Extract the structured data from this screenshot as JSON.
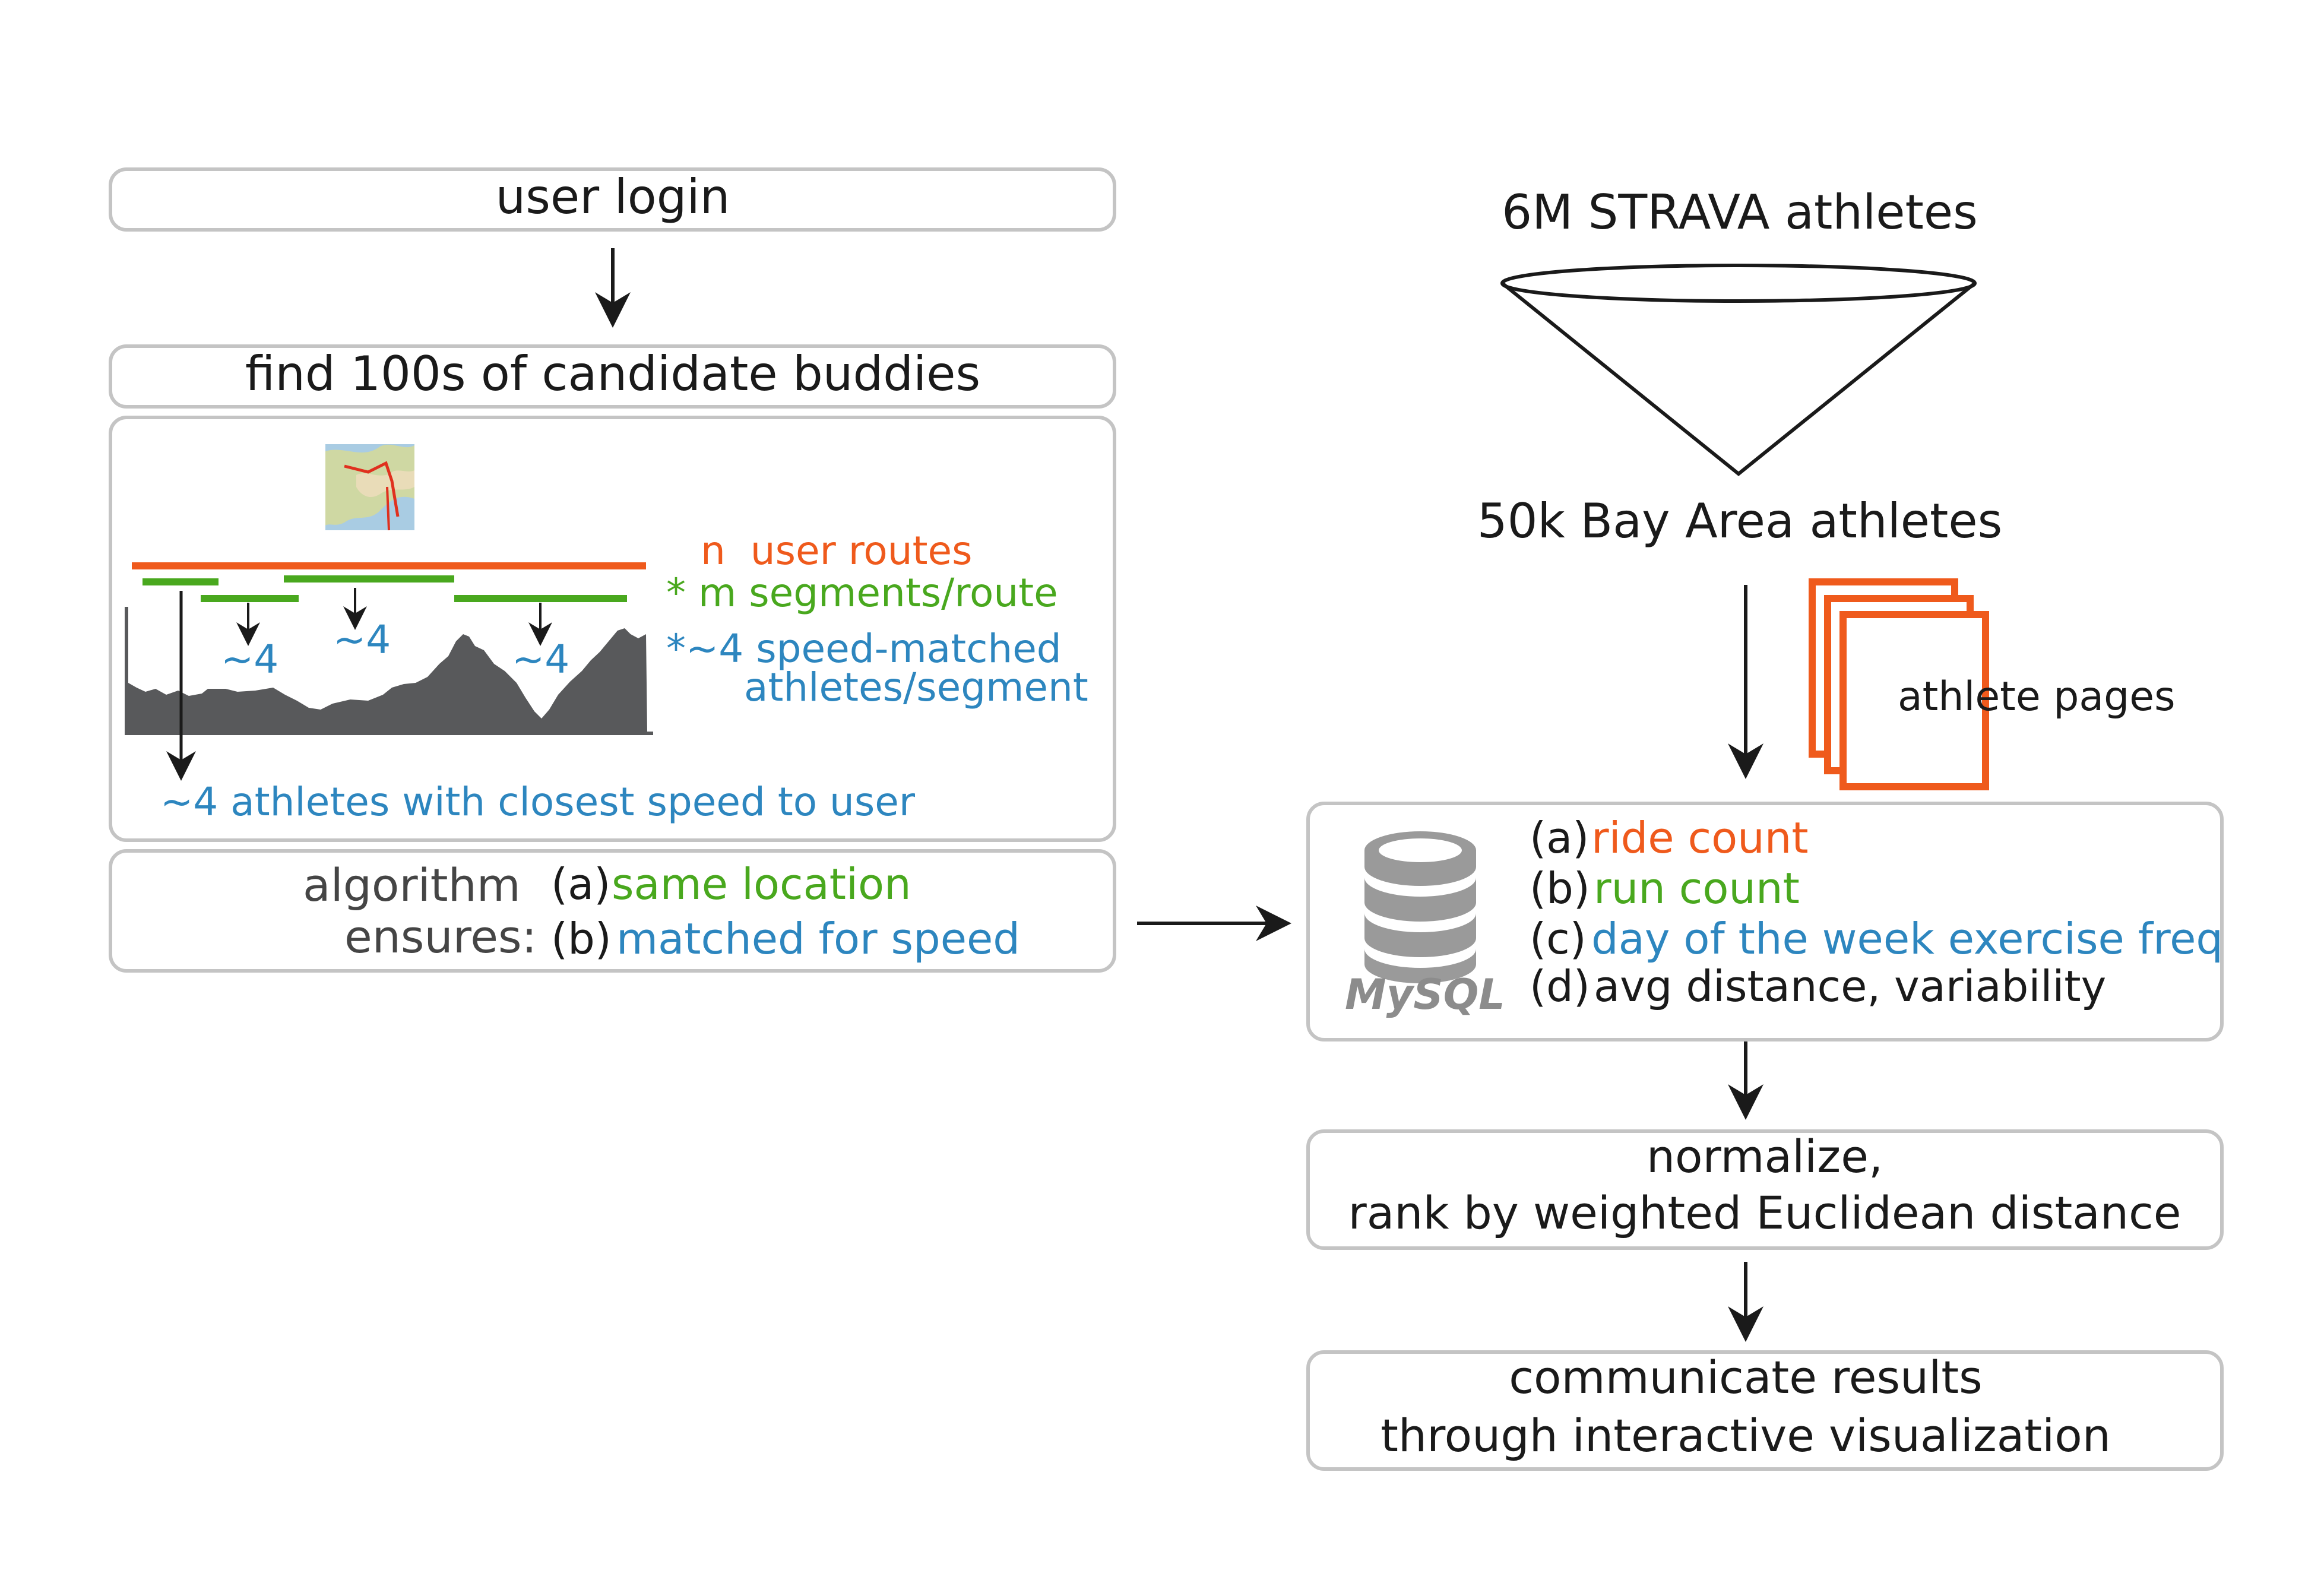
{
  "left": {
    "login": "user login",
    "find": "find 100s of candidate buddies",
    "legend": {
      "routes": "n  user routes",
      "segments": "* m segments/route",
      "speed_line1": "*~4 speed-matched",
      "speed_line2": "athletes/segment"
    },
    "tilde_labels": [
      "~4",
      "~4",
      "~4"
    ],
    "closest": "~4 athletes with closest speed to user",
    "algorithm_line1": "algorithm",
    "algorithm_line2": "ensures:",
    "ensure_a_prefix": "(a)",
    "ensure_a": "same location",
    "ensure_b_prefix": "(b)",
    "ensure_b": "matched for speed"
  },
  "right": {
    "top": "6M STRAVA athletes",
    "bay": "50k Bay Area athletes",
    "athlete_pages": "athlete pages",
    "mysql": "MySQL",
    "features": [
      {
        "prefix": "(a)",
        "text": "ride count"
      },
      {
        "prefix": "(b)",
        "text": "run count"
      },
      {
        "prefix": "(c)",
        "text": "day of the week exercise freq"
      },
      {
        "prefix": "(d)",
        "text": "avg distance, variability"
      }
    ],
    "normalize_line1": "normalize,",
    "normalize_line2": "rank by weighted Euclidean distance",
    "communicate_line1": "communicate results",
    "communicate_line2": "through interactive visualization"
  },
  "colors": {
    "orange": "#ef5a1c",
    "green": "#49a81e",
    "blue": "#2d86bf",
    "box_border": "#c4c4c4",
    "elevation": "#58595b"
  }
}
